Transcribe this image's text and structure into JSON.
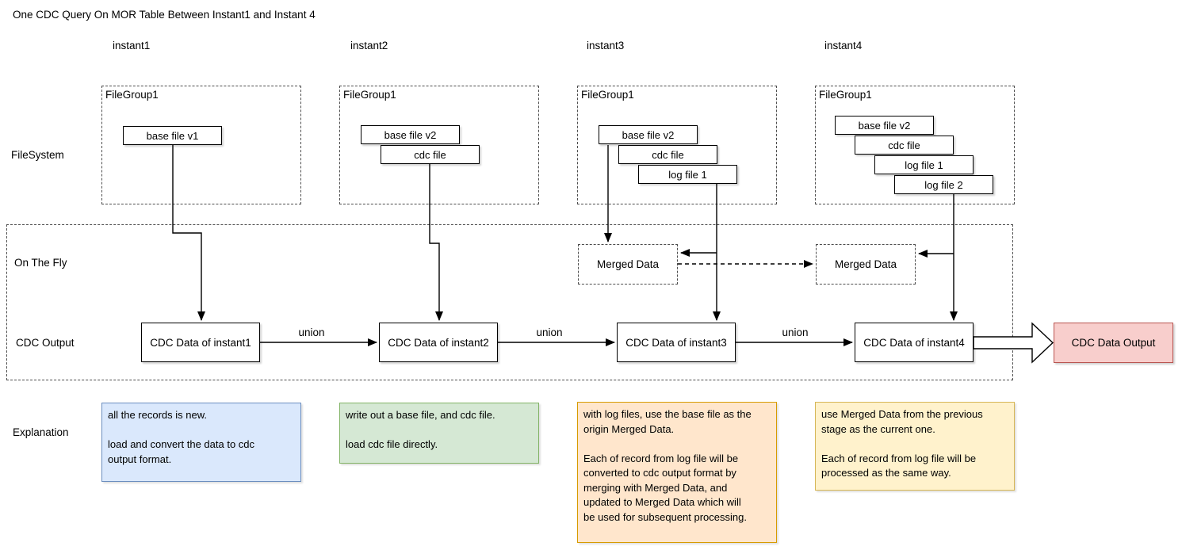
{
  "title": "One CDC Query On MOR Table Between Instant1 and Instant 4",
  "row_labels": {
    "filesystem": "FileSystem",
    "on_the_fly": "On The Fly",
    "cdc_output": "CDC Output",
    "explanation": "Explanation"
  },
  "columns": [
    {
      "label": "instant1",
      "filegroup": "FileGroup1",
      "files": [
        "base file v1"
      ],
      "cdc_label": "CDC Data of instant1",
      "explanation": "all the records is new.\n\nload and convert the data to cdc\noutput format."
    },
    {
      "label": "instant2",
      "filegroup": "FileGroup1",
      "files": [
        "base file v2",
        "cdc file"
      ],
      "cdc_label": "CDC Data of instant2",
      "explanation": "write out a base file, and cdc file.\n\nload cdc file directly."
    },
    {
      "label": "instant3",
      "filegroup": "FileGroup1",
      "files": [
        "base file v2",
        "cdc file",
        "log file 1"
      ],
      "cdc_label": "CDC Data of instant3",
      "explanation": "with log files, use the base file as the\norigin Merged Data.\n\nEach of record from log file will be\nconverted to cdc output format by\nmerging with Merged Data, and\nupdated to Merged Data which will\nbe used for subsequent processing."
    },
    {
      "label": "instant4",
      "filegroup": "FileGroup1",
      "files": [
        "base file v2",
        "cdc file",
        "log file 1",
        "log file 2"
      ],
      "cdc_label": "CDC Data of instant4",
      "explanation": "use Merged Data from the previous\nstage as the current one.\n\nEach of record from log file will be\nprocessed as the same way."
    }
  ],
  "merged_data_label": "Merged Data",
  "union_label": "union",
  "output_label": "CDC Data Output",
  "colors": {
    "explanation_instant1_fill": "#dae8fc",
    "explanation_instant1_stroke": "#6c8ebf",
    "explanation_instant2_fill": "#d5e8d4",
    "explanation_instant2_stroke": "#82b366",
    "explanation_instant3_fill": "#ffe6cc",
    "explanation_instant3_stroke": "#d79b00",
    "explanation_instant4_fill": "#fff2cc",
    "explanation_instant4_stroke": "#d6b656",
    "cdc_data_output_fill": "#f8cecc",
    "cdc_data_output_stroke": "#b85450",
    "line_color": "#000000"
  }
}
